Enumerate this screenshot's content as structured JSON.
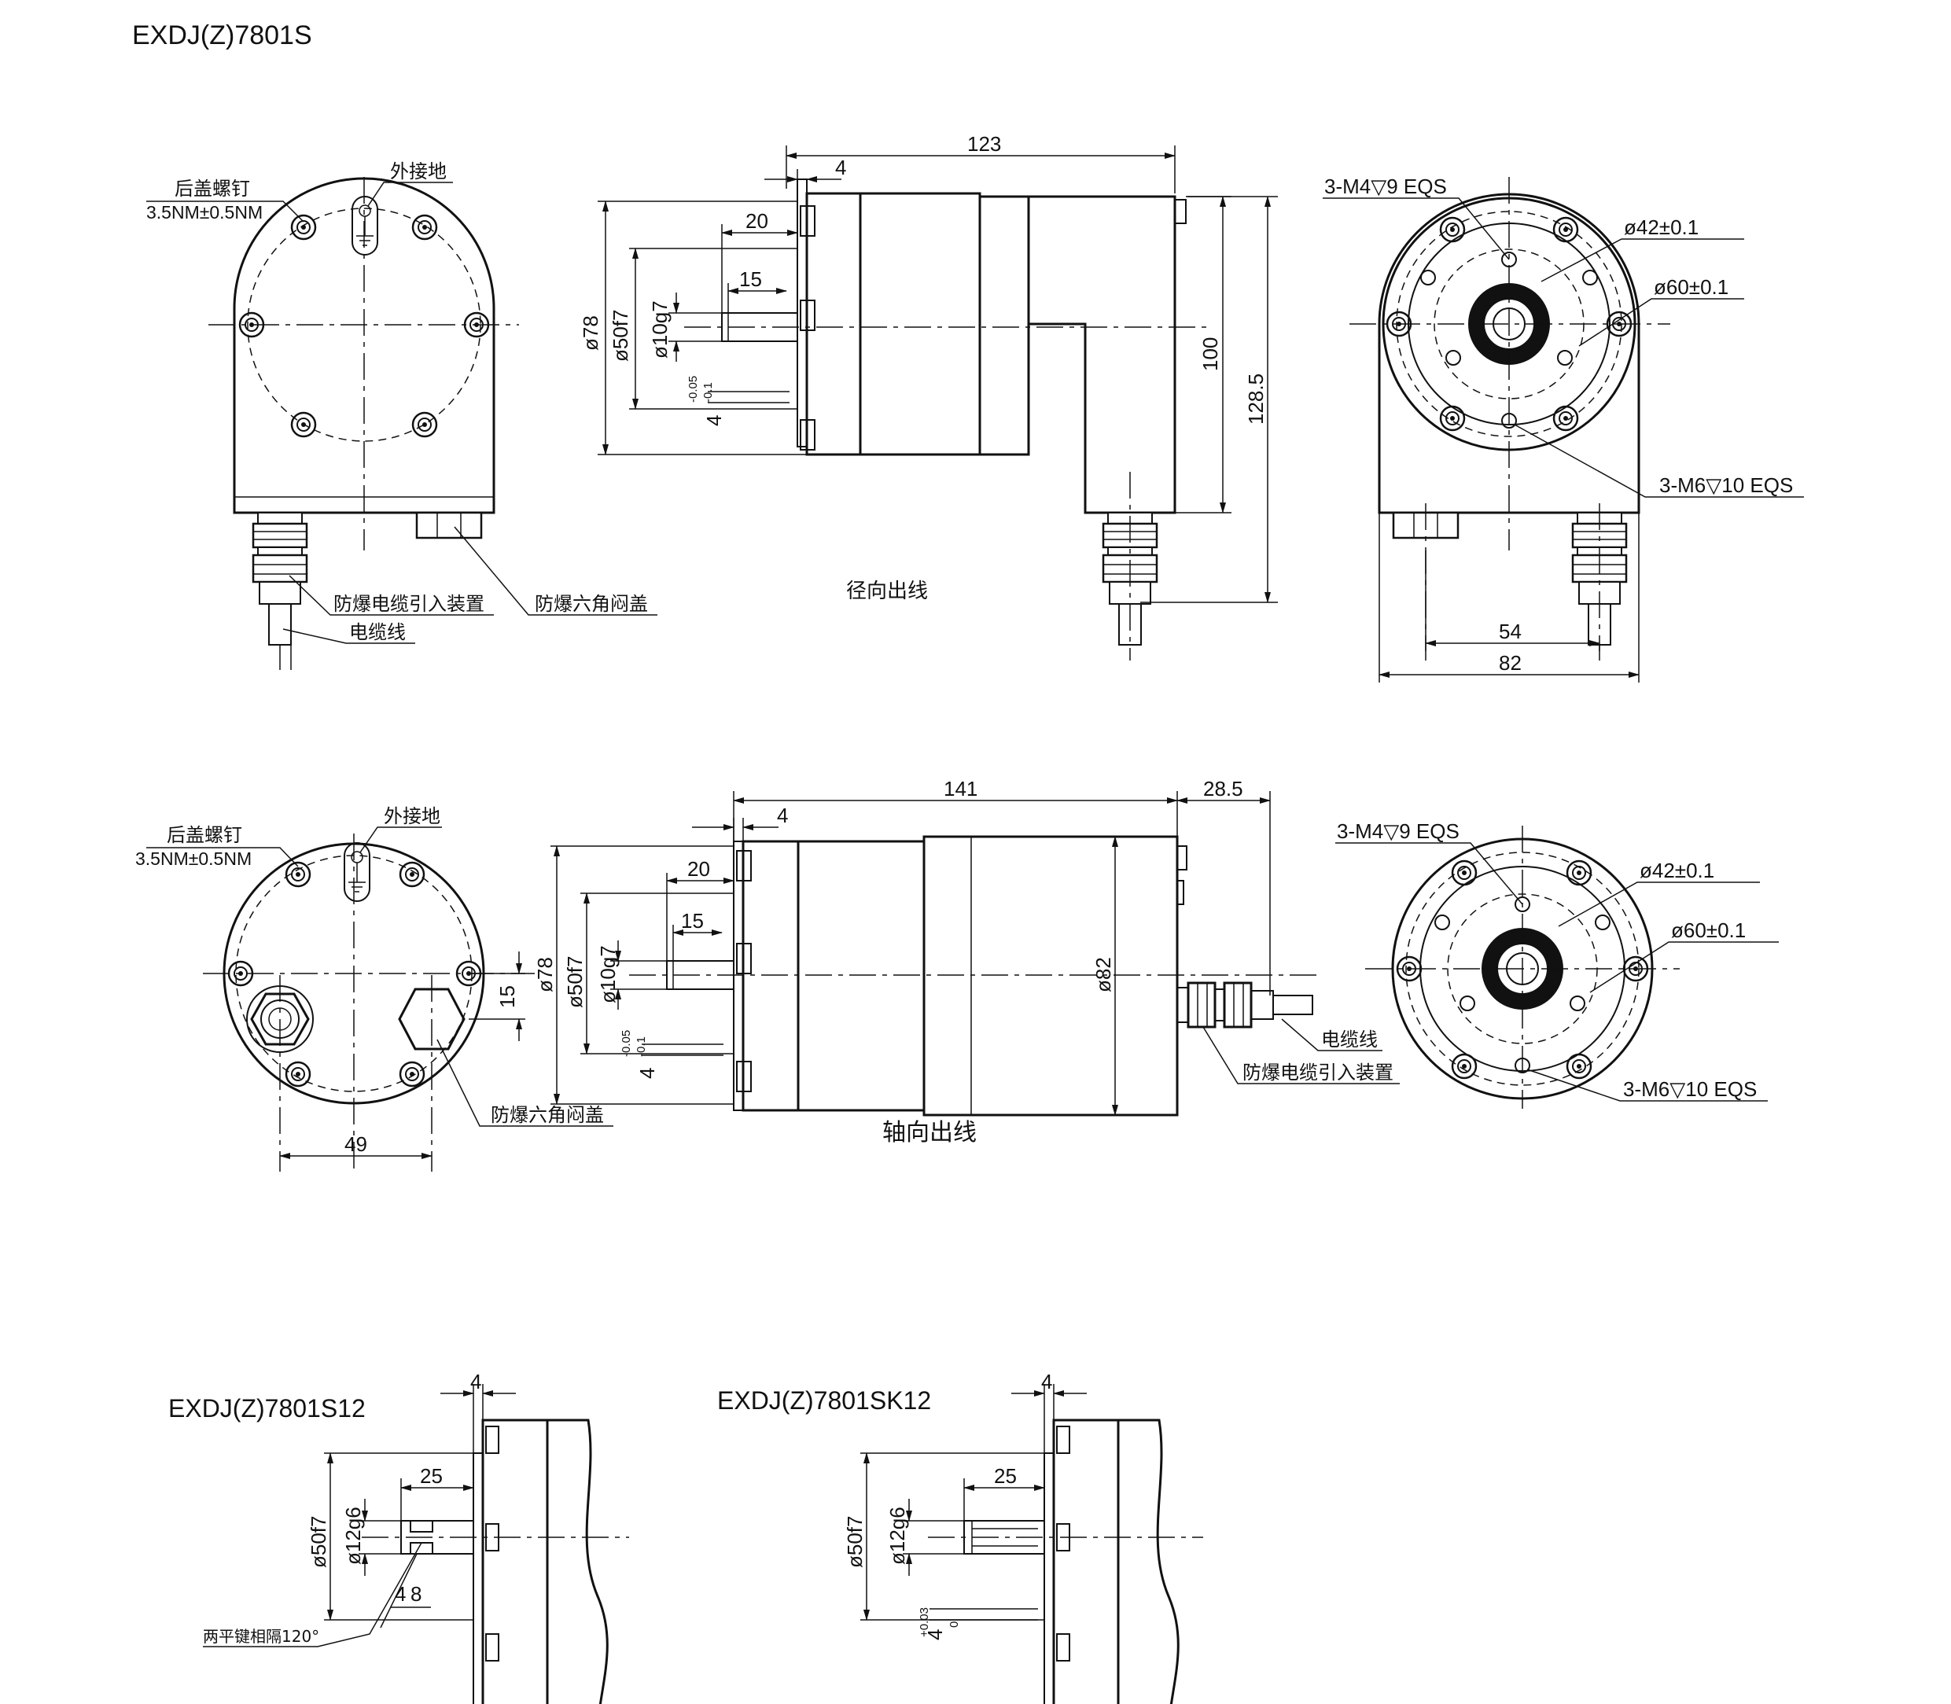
{
  "titles": {
    "main": "EXDJ(Z)7801S",
    "s12": "EXDJ(Z)7801S12",
    "sk12": "EXDJ(Z)7801SK12"
  },
  "views": {
    "radial_caption": "径向出线",
    "axial_caption": "轴向出线"
  },
  "labels": {
    "rear_screw": "后盖螺钉",
    "torque": "3.5NM±0.5NM",
    "ground": "外接地",
    "cable_gland": "防爆电缆引入装置",
    "hex_plug": "防爆六角闷盖",
    "cable": "电缆线",
    "two_keys": "两平键相隔120°"
  },
  "dims_radial": {
    "len_123": "123",
    "flange_4": "4",
    "shaft_20": "20",
    "key_15": "15",
    "d78": "ø78",
    "d50": "ø50f7",
    "d10": "ø10g7",
    "key_w": "4",
    "tol_hi": "-0.05",
    "tol_lo": "-0.1",
    "h100": "100",
    "h128": "128.5",
    "m4": "3-M4▽9 EQS",
    "d42": "ø42±0.1",
    "d60": "ø60±0.1",
    "m6": "3-M6▽10 EQS",
    "w54": "54",
    "w82": "82"
  },
  "dims_axial": {
    "len_141": "141",
    "len_28": "28.5",
    "flange_4": "4",
    "shaft_20": "20",
    "key_15": "15",
    "d78": "ø78",
    "d50": "ø50f7",
    "d10": "ø10g7",
    "key_w": "4",
    "tol_hi": "-0.05",
    "tol_lo": "-0.1",
    "d82": "ø82",
    "off15": "15",
    "w49": "49",
    "m4": "3-M4▽9 EQS",
    "d42": "ø42±0.1",
    "d60": "ø60±0.1",
    "m6": "3-M6▽10 EQS"
  },
  "dims_s12": {
    "f4": "4",
    "s25": "25",
    "d50": "ø50f7",
    "d12": "ø12g6",
    "k4": "4",
    "k8": "8"
  },
  "dims_sk12": {
    "f4": "4",
    "s25": "25",
    "d50": "ø50f7",
    "d12": "ø12g6",
    "kw": "4",
    "tol_hi": "+0.03",
    "tol_lo": "0"
  }
}
